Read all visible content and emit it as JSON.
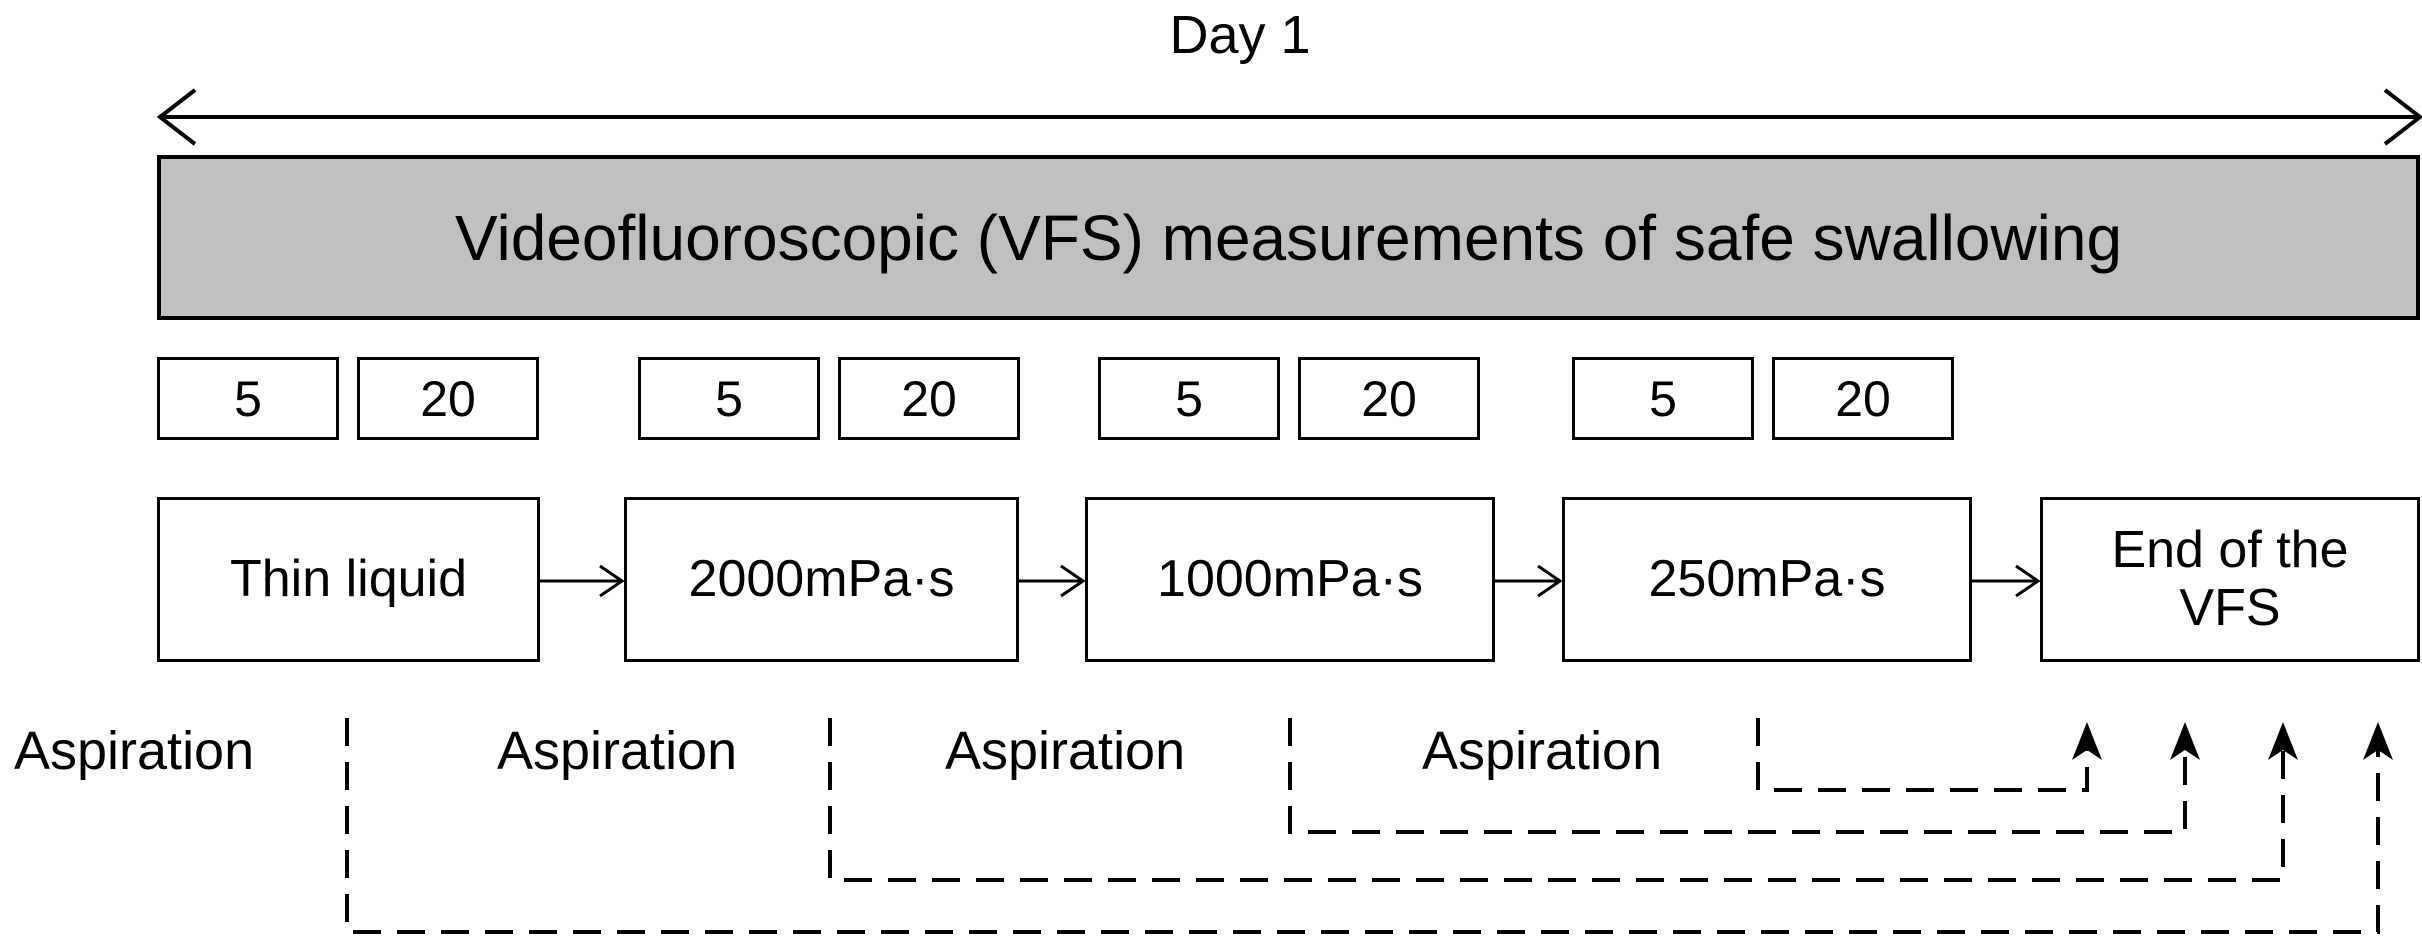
{
  "header": {
    "day_label": "Day 1"
  },
  "banner": {
    "title": "Videofluoroscopic (VFS) measurements of safe swallowing"
  },
  "volumes": [
    {
      "a": "5",
      "b": "20"
    },
    {
      "a": "5",
      "b": "20"
    },
    {
      "a": "5",
      "b": "20"
    },
    {
      "a": "5",
      "b": "20"
    }
  ],
  "steps": [
    {
      "label": "Thin liquid"
    },
    {
      "label": "2000mPa·s"
    },
    {
      "label": "1000mPa·s"
    },
    {
      "label": "250mPa·s"
    },
    {
      "label": "End of the VFS"
    }
  ],
  "aspiration_labels": [
    "Aspiration",
    "Aspiration",
    "Aspiration",
    "Aspiration"
  ],
  "colors": {
    "banner_fill": "#c0c0c0",
    "stroke": "#000000",
    "background": "#ffffff"
  }
}
